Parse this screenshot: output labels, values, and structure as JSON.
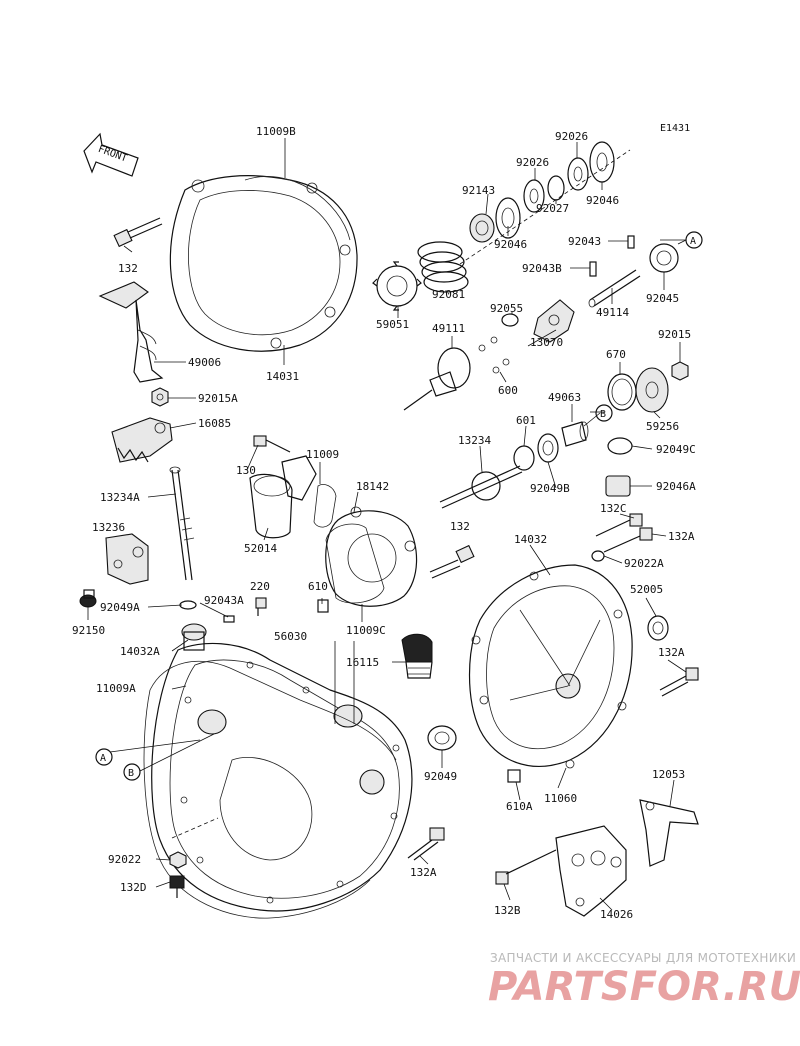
{
  "figure_code": "E1431",
  "front_label": "FRONT",
  "callouts": {
    "c11009B": "11009B",
    "c132_top": "132",
    "c14031": "14031",
    "c49006": "49006",
    "c92015A": "92015A",
    "c16085": "16085",
    "c130": "130",
    "c11009": "11009",
    "c18142": "18142",
    "c52014": "52014",
    "c13234A": "13234A",
    "c13236": "13236",
    "c92049A": "92049A",
    "c92043A": "92043A",
    "c220": "220",
    "c92150": "92150",
    "c610": "610",
    "c11009C": "11009C",
    "c56030": "56030",
    "c16115": "16115",
    "c14032A": "14032A",
    "c11009A": "11009A",
    "c92049": "92049",
    "c92022": "92022",
    "c132D": "132D",
    "c132A_low": "132A",
    "c92026a": "92026",
    "c92026b": "92026",
    "c92143": "92143",
    "c92046a": "92046",
    "c92027": "92027",
    "c92046b": "92046",
    "c92043": "92043",
    "c92043B": "92043B",
    "c92081": "92081",
    "c59051": "59051",
    "c92055": "92055",
    "c49111": "49111",
    "c49114": "49114",
    "c92045": "92045",
    "c13070": "13070",
    "c600": "600",
    "c670": "670",
    "c92015": "92015",
    "c49063": "49063",
    "c601": "601",
    "c13234": "13234",
    "c59256": "59256",
    "c92049C": "92049C",
    "c92049B": "92049B",
    "c92046A": "92046A",
    "c132C": "132C",
    "c132A_mid": "132A",
    "c14032": "14032",
    "c132_mid": "132",
    "c92022A": "92022A",
    "c52005": "52005",
    "c132A_right": "132A",
    "c11060": "11060",
    "c610A": "610A",
    "c12053": "12053",
    "c132B": "132B",
    "c14026": "14026"
  },
  "ref_markers": {
    "a_right": "A",
    "b_right": "B",
    "a_left": "A",
    "b_left": "B"
  },
  "watermark": {
    "tagline": "ЗАПЧАСТИ И АКСЕССУАРЫ ДЛЯ МОТОТЕХНИКИ",
    "logo": "PARTSFOR.RU"
  }
}
